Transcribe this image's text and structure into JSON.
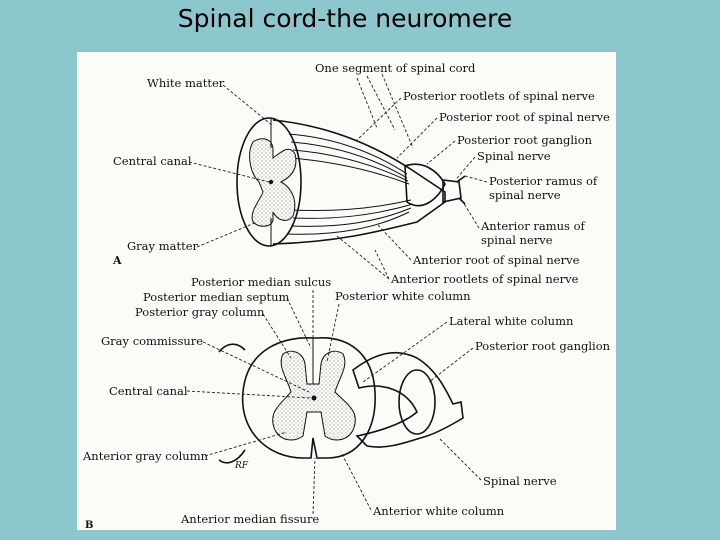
{
  "title": "Spinal cord-the neuromere",
  "figure": {
    "panel_a_label": "A",
    "panel_b_label": "B",
    "artist_mark": "RF",
    "labels_a": {
      "white_matter": "White matter",
      "one_segment": "One segment of spinal cord",
      "posterior_rootlets": "Posterior rootlets of spinal nerve",
      "posterior_root": "Posterior root of spinal nerve",
      "posterior_root_ganglion": "Posterior root ganglion",
      "spinal_nerve": "Spinal nerve",
      "posterior_ramus_1": "Posterior ramus of",
      "posterior_ramus_2": "spinal nerve",
      "anterior_ramus_1": "Anterior ramus of",
      "anterior_ramus_2": "spinal nerve",
      "anterior_root": "Anterior root of spinal nerve",
      "anterior_rootlets": "Anterior rootlets of spinal nerve",
      "central_canal": "Central canal",
      "gray_matter": "Gray matter"
    },
    "labels_b": {
      "posterior_median_sulcus": "Posterior median sulcus",
      "posterior_median_septum": "Posterior median septum",
      "posterior_white_column": "Posterior white column",
      "posterior_gray_column": "Posterior gray column",
      "lateral_white_column": "Lateral white column",
      "gray_commissure": "Gray commissure",
      "posterior_root_ganglion": "Posterior root ganglion",
      "central_canal": "Central canal",
      "anterior_gray_column": "Anterior gray column",
      "spinal_nerve": "Spinal nerve",
      "anterior_median_fissure": "Anterior median fissure",
      "anterior_white_column": "Anterior white column"
    }
  }
}
